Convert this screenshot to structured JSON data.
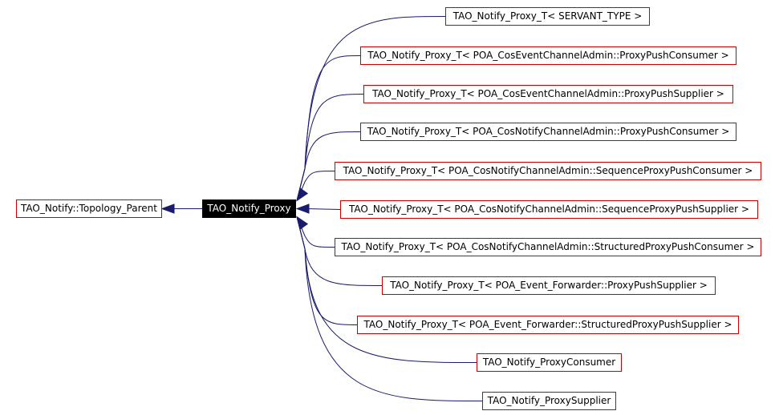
{
  "diagram": {
    "parent": {
      "label": "TAO_Notify::Topology_Parent"
    },
    "focus": {
      "label": "TAO_Notify_Proxy"
    },
    "children": [
      {
        "label": "TAO_Notify_Proxy_T< SERVANT_TYPE >"
      },
      {
        "label": "TAO_Notify_Proxy_T< POA_CosEventChannelAdmin::ProxyPushConsumer >"
      },
      {
        "label": "TAO_Notify_Proxy_T< POA_CosEventChannelAdmin::ProxyPushSupplier >"
      },
      {
        "label": "TAO_Notify_Proxy_T< POA_CosNotifyChannelAdmin::ProxyPushConsumer >"
      },
      {
        "label": "TAO_Notify_Proxy_T< POA_CosNotifyChannelAdmin::SequenceProxyPushConsumer >"
      },
      {
        "label": "TAO_Notify_Proxy_T< POA_CosNotifyChannelAdmin::SequenceProxyPushSupplier >"
      },
      {
        "label": "TAO_Notify_Proxy_T< POA_CosNotifyChannelAdmin::StructuredProxyPushConsumer >"
      },
      {
        "label": "TAO_Notify_Proxy_T< POA_Event_Forwarder::ProxyPushSupplier >"
      },
      {
        "label": "TAO_Notify_Proxy_T< POA_Event_Forwarder::StructuredProxyPushSupplier >"
      },
      {
        "label": "TAO_Notify_ProxyConsumer"
      },
      {
        "label": "TAO_Notify_ProxySupplier"
      }
    ],
    "colors": {
      "edge": "#1a1a6e",
      "node_border": "#cc0000",
      "focus_fill": "#000000",
      "focus_text": "#ffffff"
    }
  }
}
